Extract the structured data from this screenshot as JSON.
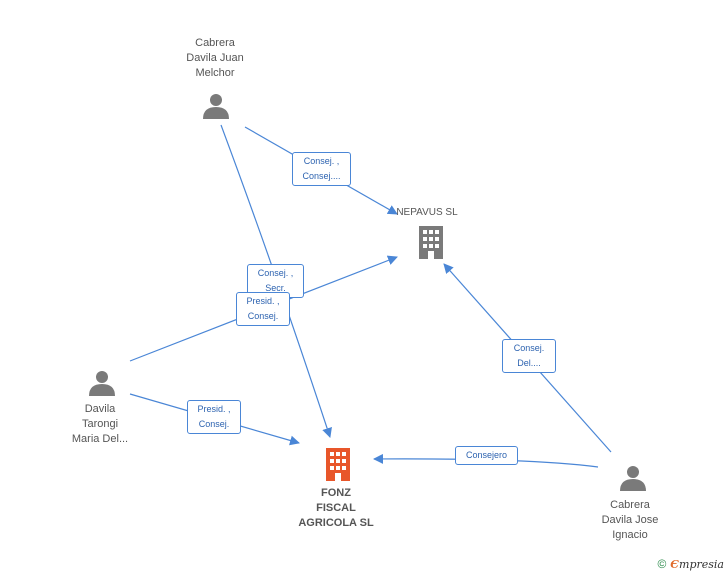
{
  "nodes": {
    "cabrera_juan": {
      "label_lines": [
        "Cabrera",
        "Davila Juan",
        "Melchor"
      ]
    },
    "davila_tarongi": {
      "label_lines": [
        "Davila",
        "Tarongi",
        "Maria Del..."
      ]
    },
    "cabrera_jose": {
      "label_lines": [
        "Cabrera",
        "Davila Jose",
        "Ignacio"
      ]
    },
    "nepavus": {
      "label": "NEPAVUS SL"
    },
    "fonz": {
      "label_lines": [
        "FONZ",
        "FISCAL",
        "AGRICOLA SL"
      ]
    }
  },
  "edges": {
    "juan_to_nepavus": {
      "lines": [
        "Consej. ,",
        "Consej...."
      ]
    },
    "juan_to_fonz": {
      "lines": [
        "Consej. ,",
        "Secr."
      ]
    },
    "davila_to_nepavus": {
      "lines": [
        "Presid. ,",
        "Consej."
      ]
    },
    "davila_to_fonz": {
      "lines": [
        "Presid. ,",
        "Consej."
      ]
    },
    "jose_to_nepavus": {
      "lines": [
        "Consej.",
        "Del...."
      ]
    },
    "jose_to_fonz": {
      "lines": [
        "Consejero"
      ]
    }
  },
  "colors": {
    "edge": "#4a86d6",
    "person_icon": "#7a7a7a",
    "company_icon": "#7a7a7a",
    "main_company_icon": "#e8562a"
  },
  "footer": {
    "copyright": "©",
    "brand_first": "Є",
    "brand_rest": "mpresia"
  }
}
